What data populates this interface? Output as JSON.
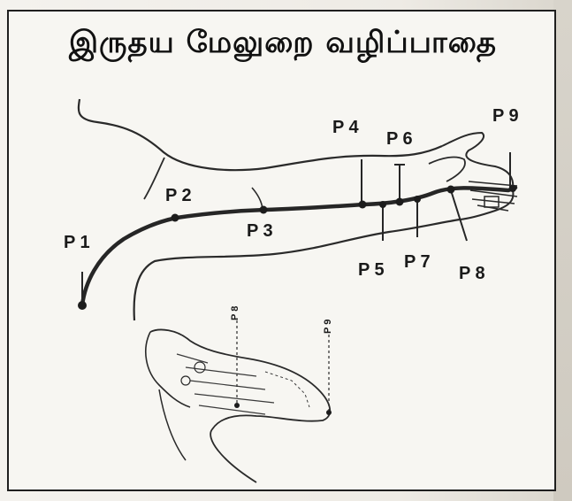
{
  "title": "இருதய மேலுறை வழிப்பாதை",
  "points": {
    "p1": "P 1",
    "p2": "P 2",
    "p3": "P 3",
    "p4": "P 4",
    "p5": "P 5",
    "p6": "P 6",
    "p7": "P 7",
    "p8": "P 8",
    "p9": "P 9"
  },
  "hand_inset_labels": {
    "p8": "P 8",
    "p9": "P 9"
  }
}
